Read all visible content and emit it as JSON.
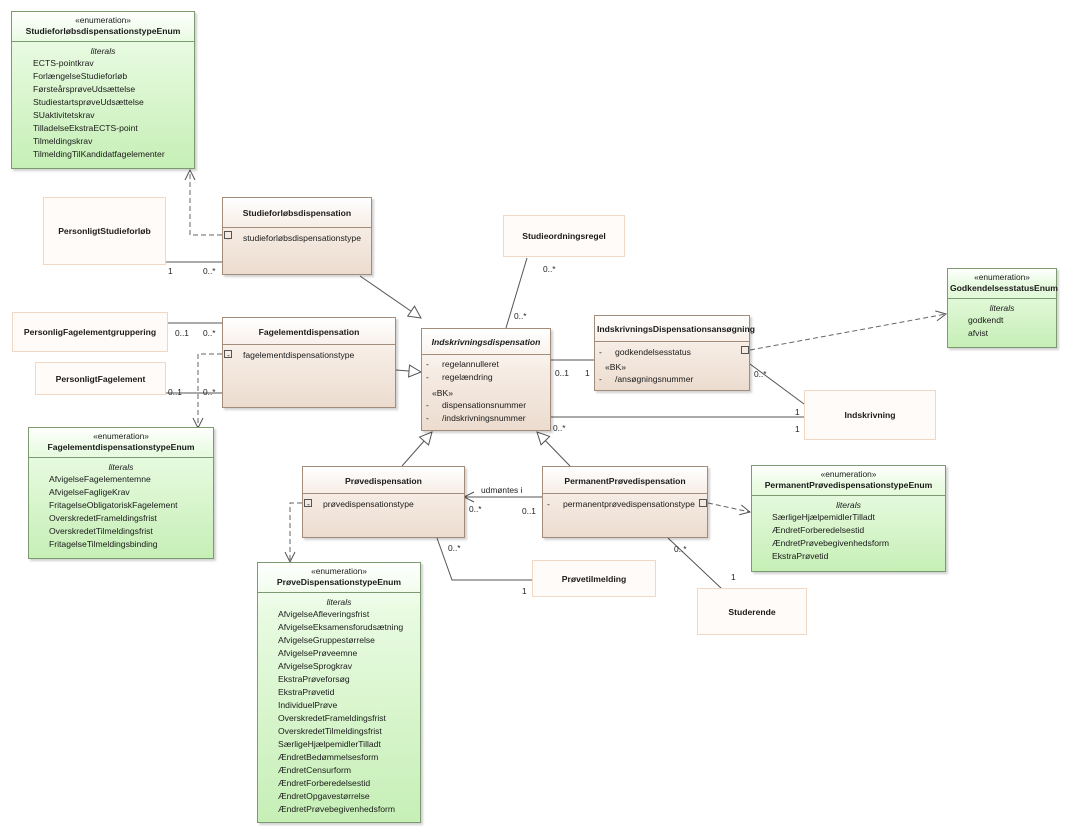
{
  "enums": {
    "studieforloeb": {
      "stereotype": "«enumeration»",
      "name": "StudieforløbsdispensationstypeEnum",
      "section": "literals",
      "literals": [
        "ECTS-pointkrav",
        "ForlængelseStudieforløb",
        "FørsteårsprøveUdsættelse",
        "StudiestartsprøveUdsættelse",
        "SUaktivitetskrav",
        "TilladelseEkstraECTS-point",
        "Tilmeldingskrav",
        "TilmeldingTilKandidatfagelementer"
      ]
    },
    "godkendelse": {
      "stereotype": "«enumeration»",
      "name": "GodkendelsesstatusEnum",
      "section": "literals",
      "literals": [
        "godkendt",
        "afvist"
      ]
    },
    "fagelement": {
      "stereotype": "«enumeration»",
      "name": "FagelementdispensationstypeEnum",
      "section": "literals",
      "literals": [
        "AfvigelseFagelementemne",
        "AfvigelseFagligeKrav",
        "FritagelseObligatoriskFagelement",
        "OverskredetFrameldingsfrist",
        "OverskredetTilmeldingsfrist",
        "FritagelseTilmeldingsbinding"
      ]
    },
    "permanent": {
      "stereotype": "«enumeration»",
      "name": "PermanentPrøvedispensationstypeEnum",
      "section": "literals",
      "literals": [
        "SærligeHjælpemidlerTilladt",
        "ÆndretForberedelsestid",
        "ÆndretPrøvebegivenhedsform",
        "EkstraPrøvetid"
      ]
    },
    "proeve": {
      "stereotype": "«enumeration»",
      "name": "PrøveDispensationstypeEnum",
      "section": "literals",
      "literals": [
        "AfvigelseAfleveringsfrist",
        "AfvigelseEksamensforudsætning",
        "AfvigelseGruppestørrelse",
        "AfvigelsePrøveemne",
        "AfvigelseSprogkrav",
        "EkstraPrøveforsøg",
        "EkstraPrøvetid",
        "IndividuelPrøve",
        "OverskredetFrameldingsfrist",
        "OverskredetTilmeldingsfrist",
        "SærligeHjælpemidlerTilladt",
        "ÆndretBedømmelsesform",
        "ÆndretCensurform",
        "ÆndretForberedelsestid",
        "ÆndretOpgavestørrelse",
        "ÆndretPrøvebegivenhedsform"
      ]
    }
  },
  "classes": {
    "studieforloebsdispensation": {
      "name": "Studieforløbsdispensation",
      "attr": {
        "vis": "-",
        "name": "studieforløbsdispensationstype"
      }
    },
    "fagelementdispensation": {
      "name": "Fagelementdispensation",
      "attr": {
        "vis": "-",
        "name": "fagelementdispensationstype"
      }
    },
    "indskrivningsdispensation": {
      "name": "Indskrivningsdispensation",
      "attrs": [
        {
          "vis": "-",
          "name": "regelannulleret"
        },
        {
          "vis": "-",
          "name": "regelændring"
        }
      ],
      "bk": "«BK»",
      "bkattrs": [
        {
          "vis": "-",
          "name": "dispensationsnummer"
        },
        {
          "vis": "-",
          "name": "/indskrivningsnummer"
        }
      ]
    },
    "ansoegning": {
      "name": "IndskrivningsDispensationsansøgning",
      "attrs": [
        {
          "vis": "-",
          "name": "godkendelsesstatus"
        }
      ],
      "bk": "«BK»",
      "bkattrs": [
        {
          "vis": "-",
          "name": "/ansøgningsnummer"
        }
      ]
    },
    "proevedispensation": {
      "name": "Prøvedispensation",
      "attr": {
        "vis": "-",
        "name": "prøvedispensationstype"
      }
    },
    "permanent": {
      "name": "PermanentPrøvedispensation",
      "attr": {
        "vis": "-",
        "name": "permanentprøvedispensationstype"
      }
    }
  },
  "plain": {
    "personligtStudieforloeb": "PersonligtStudieforløb",
    "studieordningsregel": "Studieordningsregel",
    "personligFagelementgruppering": "PersonligFagelementgruppering",
    "personligtFagelement": "PersonligtFagelement",
    "indskrivning": "Indskrivning",
    "proevetilmelding": "Prøvetilmelding",
    "studerende": "Studerende"
  },
  "multiplicities": {
    "m1": "1",
    "m2": "0..*",
    "m3": "0..*",
    "m4": "0..*",
    "m5": "0..1",
    "m6": "0..*",
    "m7": "0..1",
    "m8": "0..*",
    "m9": "0..1",
    "m10": "1",
    "m11": "0..*",
    "m12": "1",
    "m13": "1",
    "m14": "0..*",
    "m15": "0..*",
    "m16": "0..1",
    "m17": "0..*",
    "m18": "1",
    "m19": "0..*",
    "m20": "1"
  },
  "assoc_label": "udmøntes i"
}
